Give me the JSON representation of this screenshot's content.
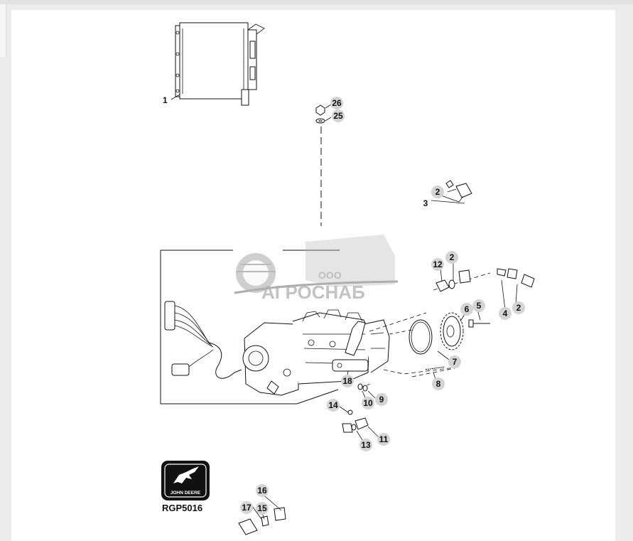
{
  "diagram": {
    "callouts": [
      {
        "id": "c1",
        "label": "1"
      },
      {
        "id": "c2a",
        "label": "2"
      },
      {
        "id": "c2b",
        "label": "2"
      },
      {
        "id": "c2c",
        "label": "2"
      },
      {
        "id": "c3",
        "label": "3"
      },
      {
        "id": "c4",
        "label": "4"
      },
      {
        "id": "c5",
        "label": "5"
      },
      {
        "id": "c6",
        "label": "6"
      },
      {
        "id": "c7",
        "label": "7"
      },
      {
        "id": "c8",
        "label": "8"
      },
      {
        "id": "c9",
        "label": "9"
      },
      {
        "id": "c10",
        "label": "10"
      },
      {
        "id": "c11",
        "label": "11"
      },
      {
        "id": "c12",
        "label": "12"
      },
      {
        "id": "c13",
        "label": "13"
      },
      {
        "id": "c14",
        "label": "14"
      },
      {
        "id": "c15",
        "label": "15"
      },
      {
        "id": "c16",
        "label": "16"
      },
      {
        "id": "c17",
        "label": "17"
      },
      {
        "id": "c18",
        "label": "18"
      },
      {
        "id": "c25",
        "label": "25"
      },
      {
        "id": "c26",
        "label": "26"
      }
    ],
    "reference_code": "RGP5016",
    "logo_text": "JOHN DEERE",
    "watermark": {
      "company": "АГРОСНАБ",
      "prefix": "ООО"
    }
  }
}
